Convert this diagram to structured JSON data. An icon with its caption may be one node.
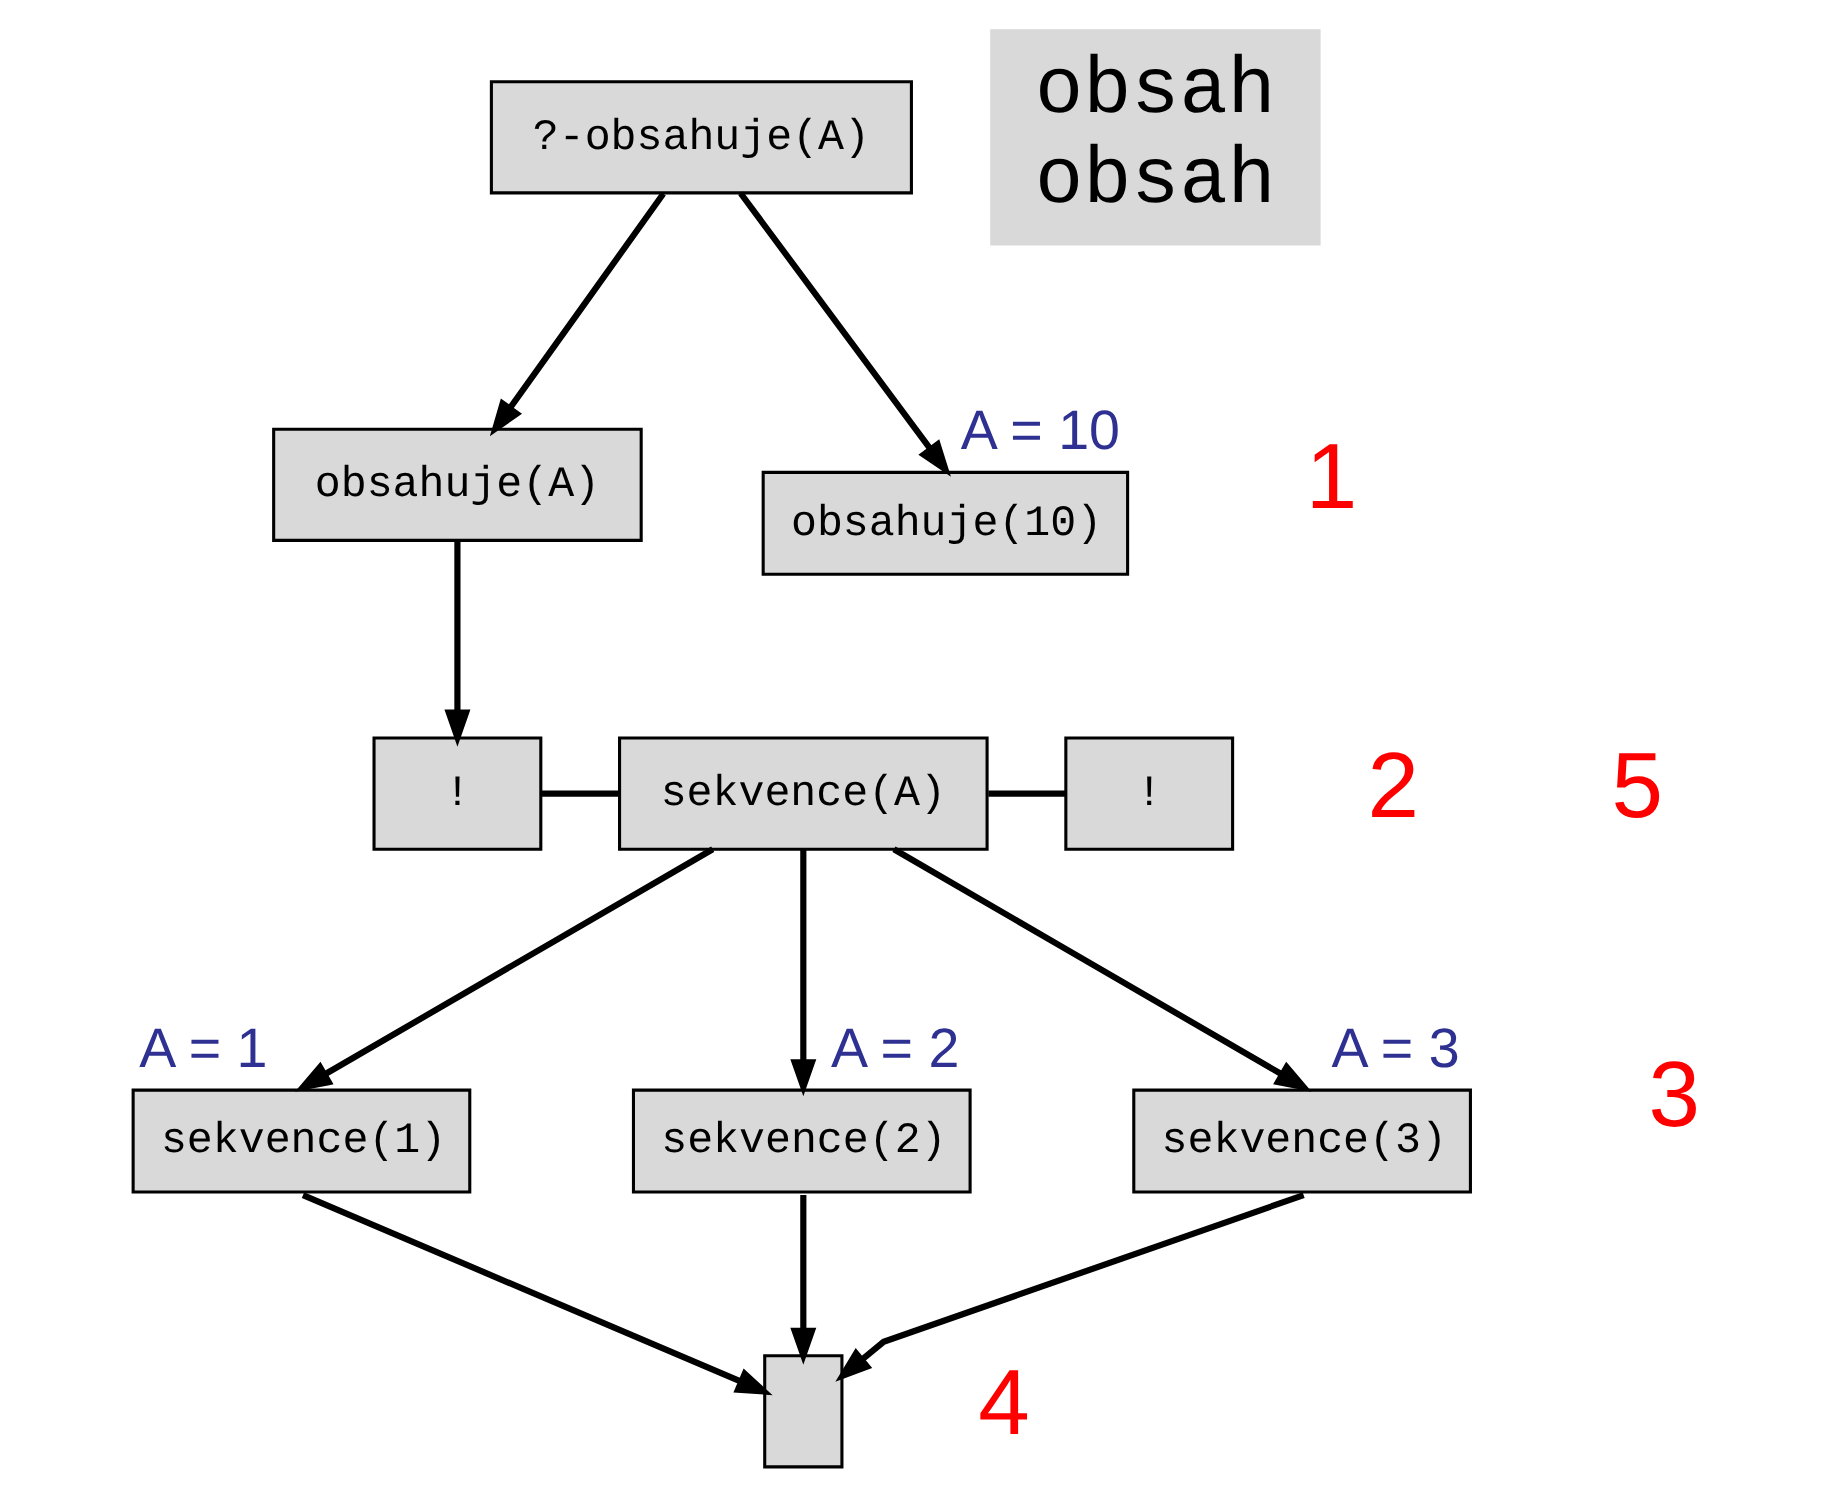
{
  "diagram": {
    "nodes": [
      {
        "text": [
          "?-obsahuje(A)"
        ]
      },
      {
        "text": [
          "obsahuje(A)"
        ]
      },
      {
        "text": [
          "obsahuje(10)"
        ],
        "beside": [
          "A = 10"
        ]
      },
      {
        "text": [
          "!"
        ]
      },
      {
        "text": [
          "sekvence(A)"
        ]
      },
      {
        "text": [
          "!"
        ]
      },
      {
        "text": [
          "sekvence(1)"
        ],
        "beside": [
          "A = 1"
        ]
      },
      {
        "text": [
          "sekvence(2)"
        ],
        "beside": [
          "A = 2"
        ]
      },
      {
        "text": [
          "sekvence(3)"
        ],
        "beside": [
          "A = 3"
        ]
      },
      {
        "text": [],
        "shape": "box"
      },
      {
        "text": [
          "obsah",
          "obsah"
        ]
      }
    ],
    "edges": [
      {
        "from": 0,
        "to": 1,
        "arrow": "to"
      },
      {
        "from": 0,
        "to": 2,
        "arrow": "to"
      },
      {
        "from": 1,
        "to": 3,
        "arrow": "to"
      },
      {
        "from": 3,
        "to": 4,
        "arrow": "none"
      },
      {
        "from": 4,
        "to": 5,
        "arrow": "none"
      },
      {
        "from": 4,
        "to": 6,
        "arrow": "to"
      },
      {
        "from": 4,
        "to": 7,
        "arrow": "to"
      },
      {
        "from": 4,
        "to": 8,
        "arrow": "to"
      },
      {
        "from": 6,
        "to": 9,
        "arrow": "to"
      },
      {
        "from": 7,
        "to": 9,
        "arrow": "to"
      },
      {
        "from": 8,
        "to": 9,
        "arrow": "to"
      }
    ],
    "labels": [
      "1",
      "2",
      "5",
      "3",
      "4"
    ]
  }
}
